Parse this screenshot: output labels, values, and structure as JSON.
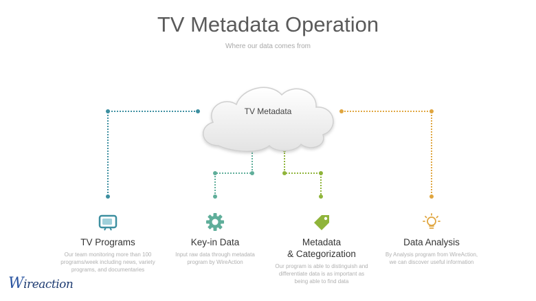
{
  "title": "TV Metadata Operation",
  "subtitle": "Where our data comes from",
  "cloud_label": "TV Metadata",
  "colors": {
    "tv": "#3d8fa0",
    "keyin": "#5fae9a",
    "meta": "#8fb43a",
    "analysis": "#e0a640"
  },
  "columns": [
    {
      "icon": "tv-icon",
      "heading": "TV Programs",
      "desc": "Our team monitoring more than 100 programs/week including news, variety programs, and documentaries"
    },
    {
      "icon": "gear-icon",
      "heading": "Key-in Data",
      "desc": "Input raw data through metadata program by WireAction"
    },
    {
      "icon": "tag-icon",
      "heading": "Metadata\n& Categorization",
      "desc": "Our program is able to distinguish and differentiate data is as important as being able to find data"
    },
    {
      "icon": "lightbulb-icon",
      "heading": "Data Analysis",
      "desc": "By Analysis program from WireAction, we can discover useful information"
    }
  ],
  "logo": {
    "initial": "W",
    "rest": "ireaction"
  }
}
